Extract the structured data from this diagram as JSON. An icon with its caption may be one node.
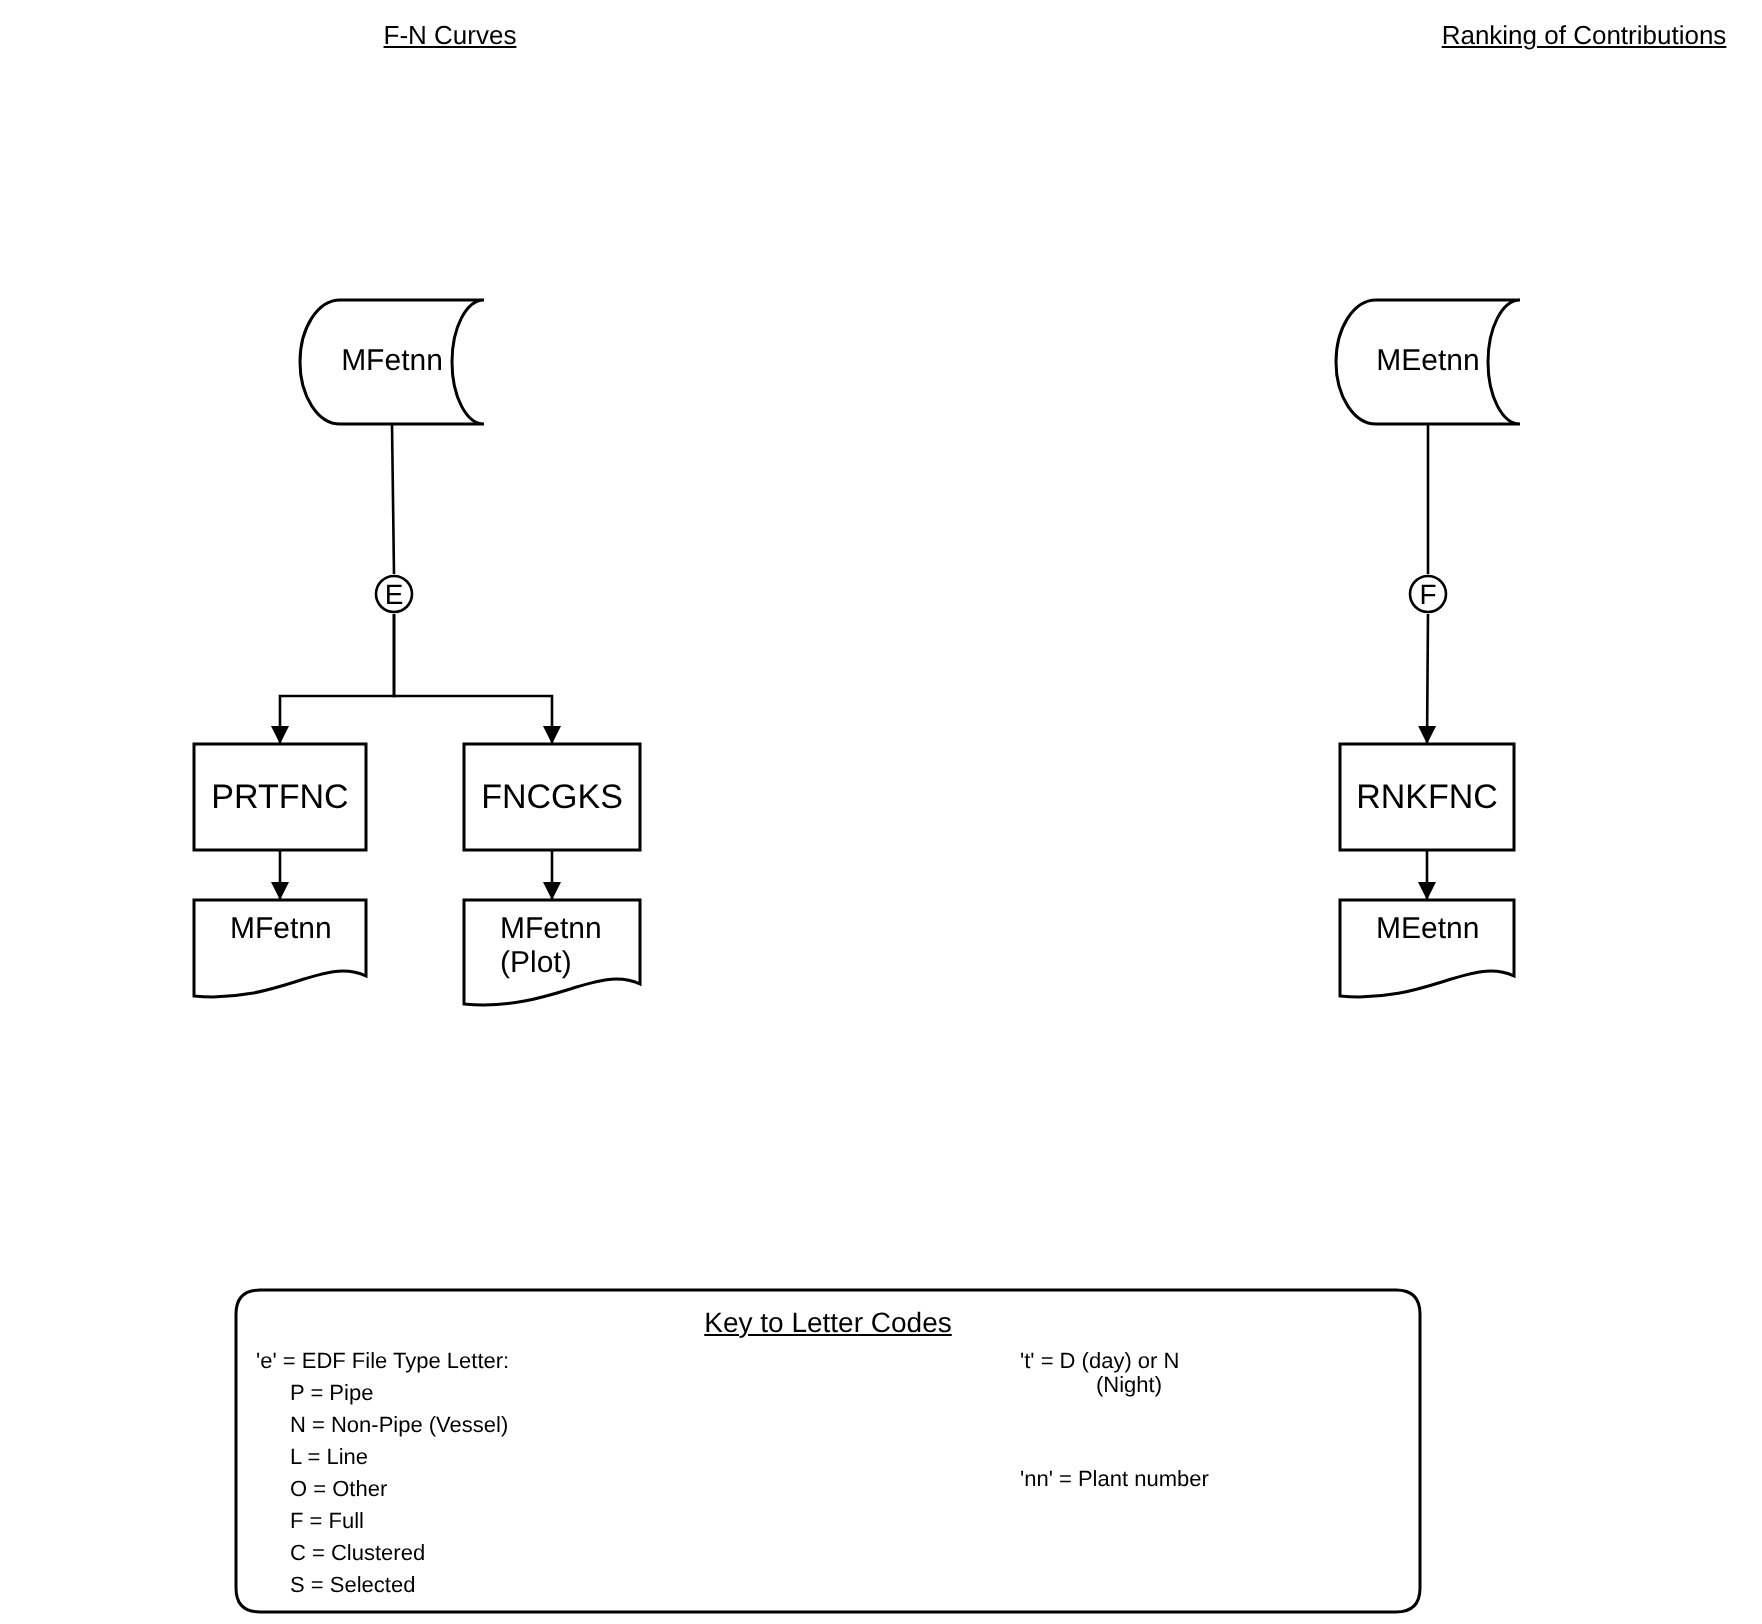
{
  "diagram": {
    "nodes": [
      {
        "text": [
          "MFetnn"
        ]
      },
      {
        "text": [
          "E"
        ]
      },
      {
        "text": [
          "PRTFNC"
        ]
      },
      {
        "text": [
          "FNCGKS"
        ]
      },
      {
        "text": [
          "MFetnn"
        ]
      },
      {
        "text": [
          "MFetnn (Plot)"
        ]
      },
      {
        "text": [
          "MEetnn"
        ]
      },
      {
        "text": [
          "F"
        ]
      },
      {
        "text": [
          "RNKFNC"
        ]
      },
      {
        "text": [
          "MEetnn"
        ]
      },
      {
        "text": [
          "Key to Letter Codes",
          "'e' = EDF File Type Letter:",
          "P = Pipe",
          "N = Non-Pipe (Vessel)",
          "L = Line",
          "O = Other",
          "F = Full",
          "C = Clustered",
          "S = Selected",
          "'t' = D (day) or N (Night)",
          "'nn' = Plant number"
        ]
      }
    ],
    "edges": [
      {
        "from": 0,
        "to": 1,
        "arrow": "none"
      },
      {
        "from": 1,
        "to": 2,
        "arrow": "to"
      },
      {
        "from": 1,
        "to": 3,
        "arrow": "to"
      },
      {
        "from": 2,
        "to": 4,
        "arrow": "to"
      },
      {
        "from": 3,
        "to": 5,
        "arrow": "to"
      },
      {
        "from": 6,
        "to": 7,
        "arrow": "none"
      },
      {
        "from": 7,
        "to": 8,
        "arrow": "to"
      },
      {
        "from": 8,
        "to": 9,
        "arrow": "to"
      }
    ],
    "labels": [
      "F-N Curves",
      "Ranking of Contributions"
    ]
  }
}
